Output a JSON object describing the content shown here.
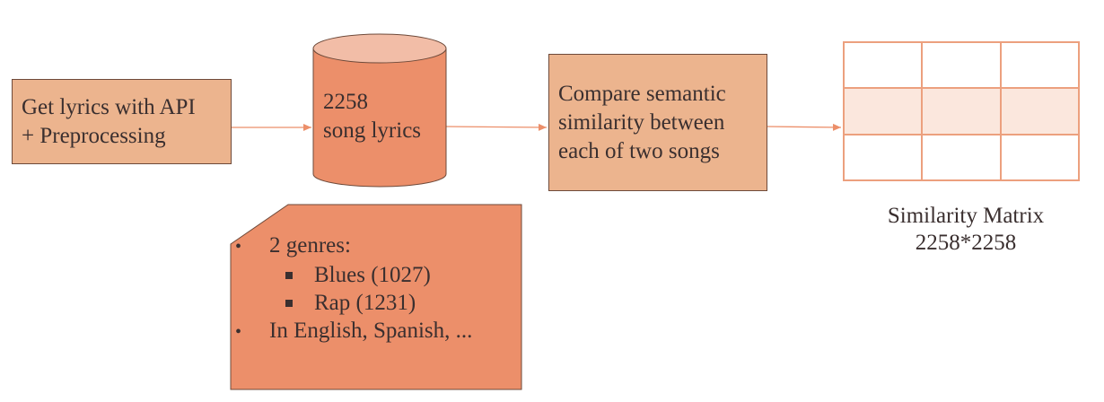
{
  "boxes": {
    "get_lyrics": [
      "Get lyrics with API",
      "+ Preprocessing"
    ],
    "compare": [
      "Compare semantic",
      "similarity between",
      "each of two songs"
    ]
  },
  "database": {
    "lines": [
      "2258",
      "song lyrics"
    ]
  },
  "note": {
    "items": [
      {
        "text": "2 genres:",
        "children": [
          "Blues (1027)",
          "Rap (1231)"
        ]
      },
      {
        "text": "In English, Spanish, ...",
        "children": []
      }
    ]
  },
  "matrix": {
    "title": "Similarity Matrix",
    "size": "2258*2258",
    "rows": 3,
    "cols": 3,
    "highlighted_row": 2
  },
  "colors": {
    "box_fill": "#ecb48e",
    "cylinder_body": "#ec8f6a",
    "cylinder_top": "#f2bda7",
    "note_fill": "#ec8f6a",
    "arrow": "#ec8f6a",
    "matrix_border": "#eca07e",
    "matrix_highlight": "#fbe7dd",
    "text": "#3a2f2f"
  }
}
